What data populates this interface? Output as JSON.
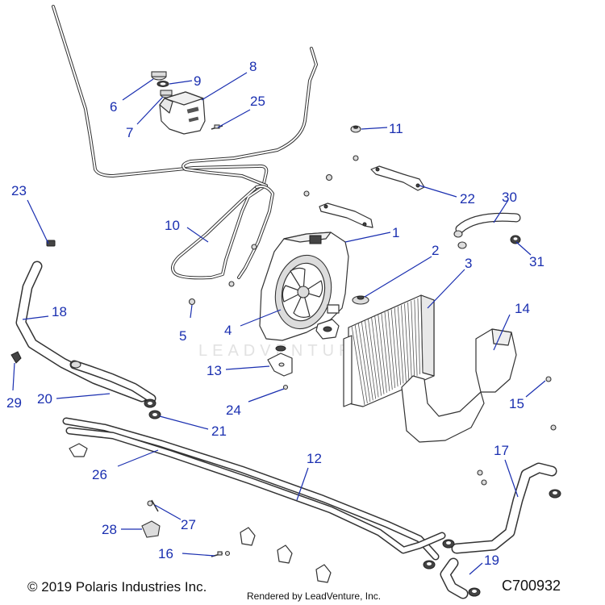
{
  "watermark": "LEADVENTURE",
  "footer": {
    "copyright": "© 2019 Polaris Industries Inc.",
    "rendered_by": "Rendered by LeadVenture, Inc.",
    "diagram_code": "C700932"
  },
  "callouts": [
    "1",
    "2",
    "3",
    "4",
    "5",
    "6",
    "7",
    "8",
    "9",
    "10",
    "11",
    "12",
    "13",
    "14",
    "15",
    "16",
    "17",
    "18",
    "19",
    "20",
    "21",
    "22",
    "23",
    "24",
    "25",
    "26",
    "27",
    "28",
    "29",
    "30",
    "31"
  ],
  "colors": {
    "callout": "#1a2fb0",
    "line": "#333333",
    "watermark": "#e2e2e2"
  }
}
